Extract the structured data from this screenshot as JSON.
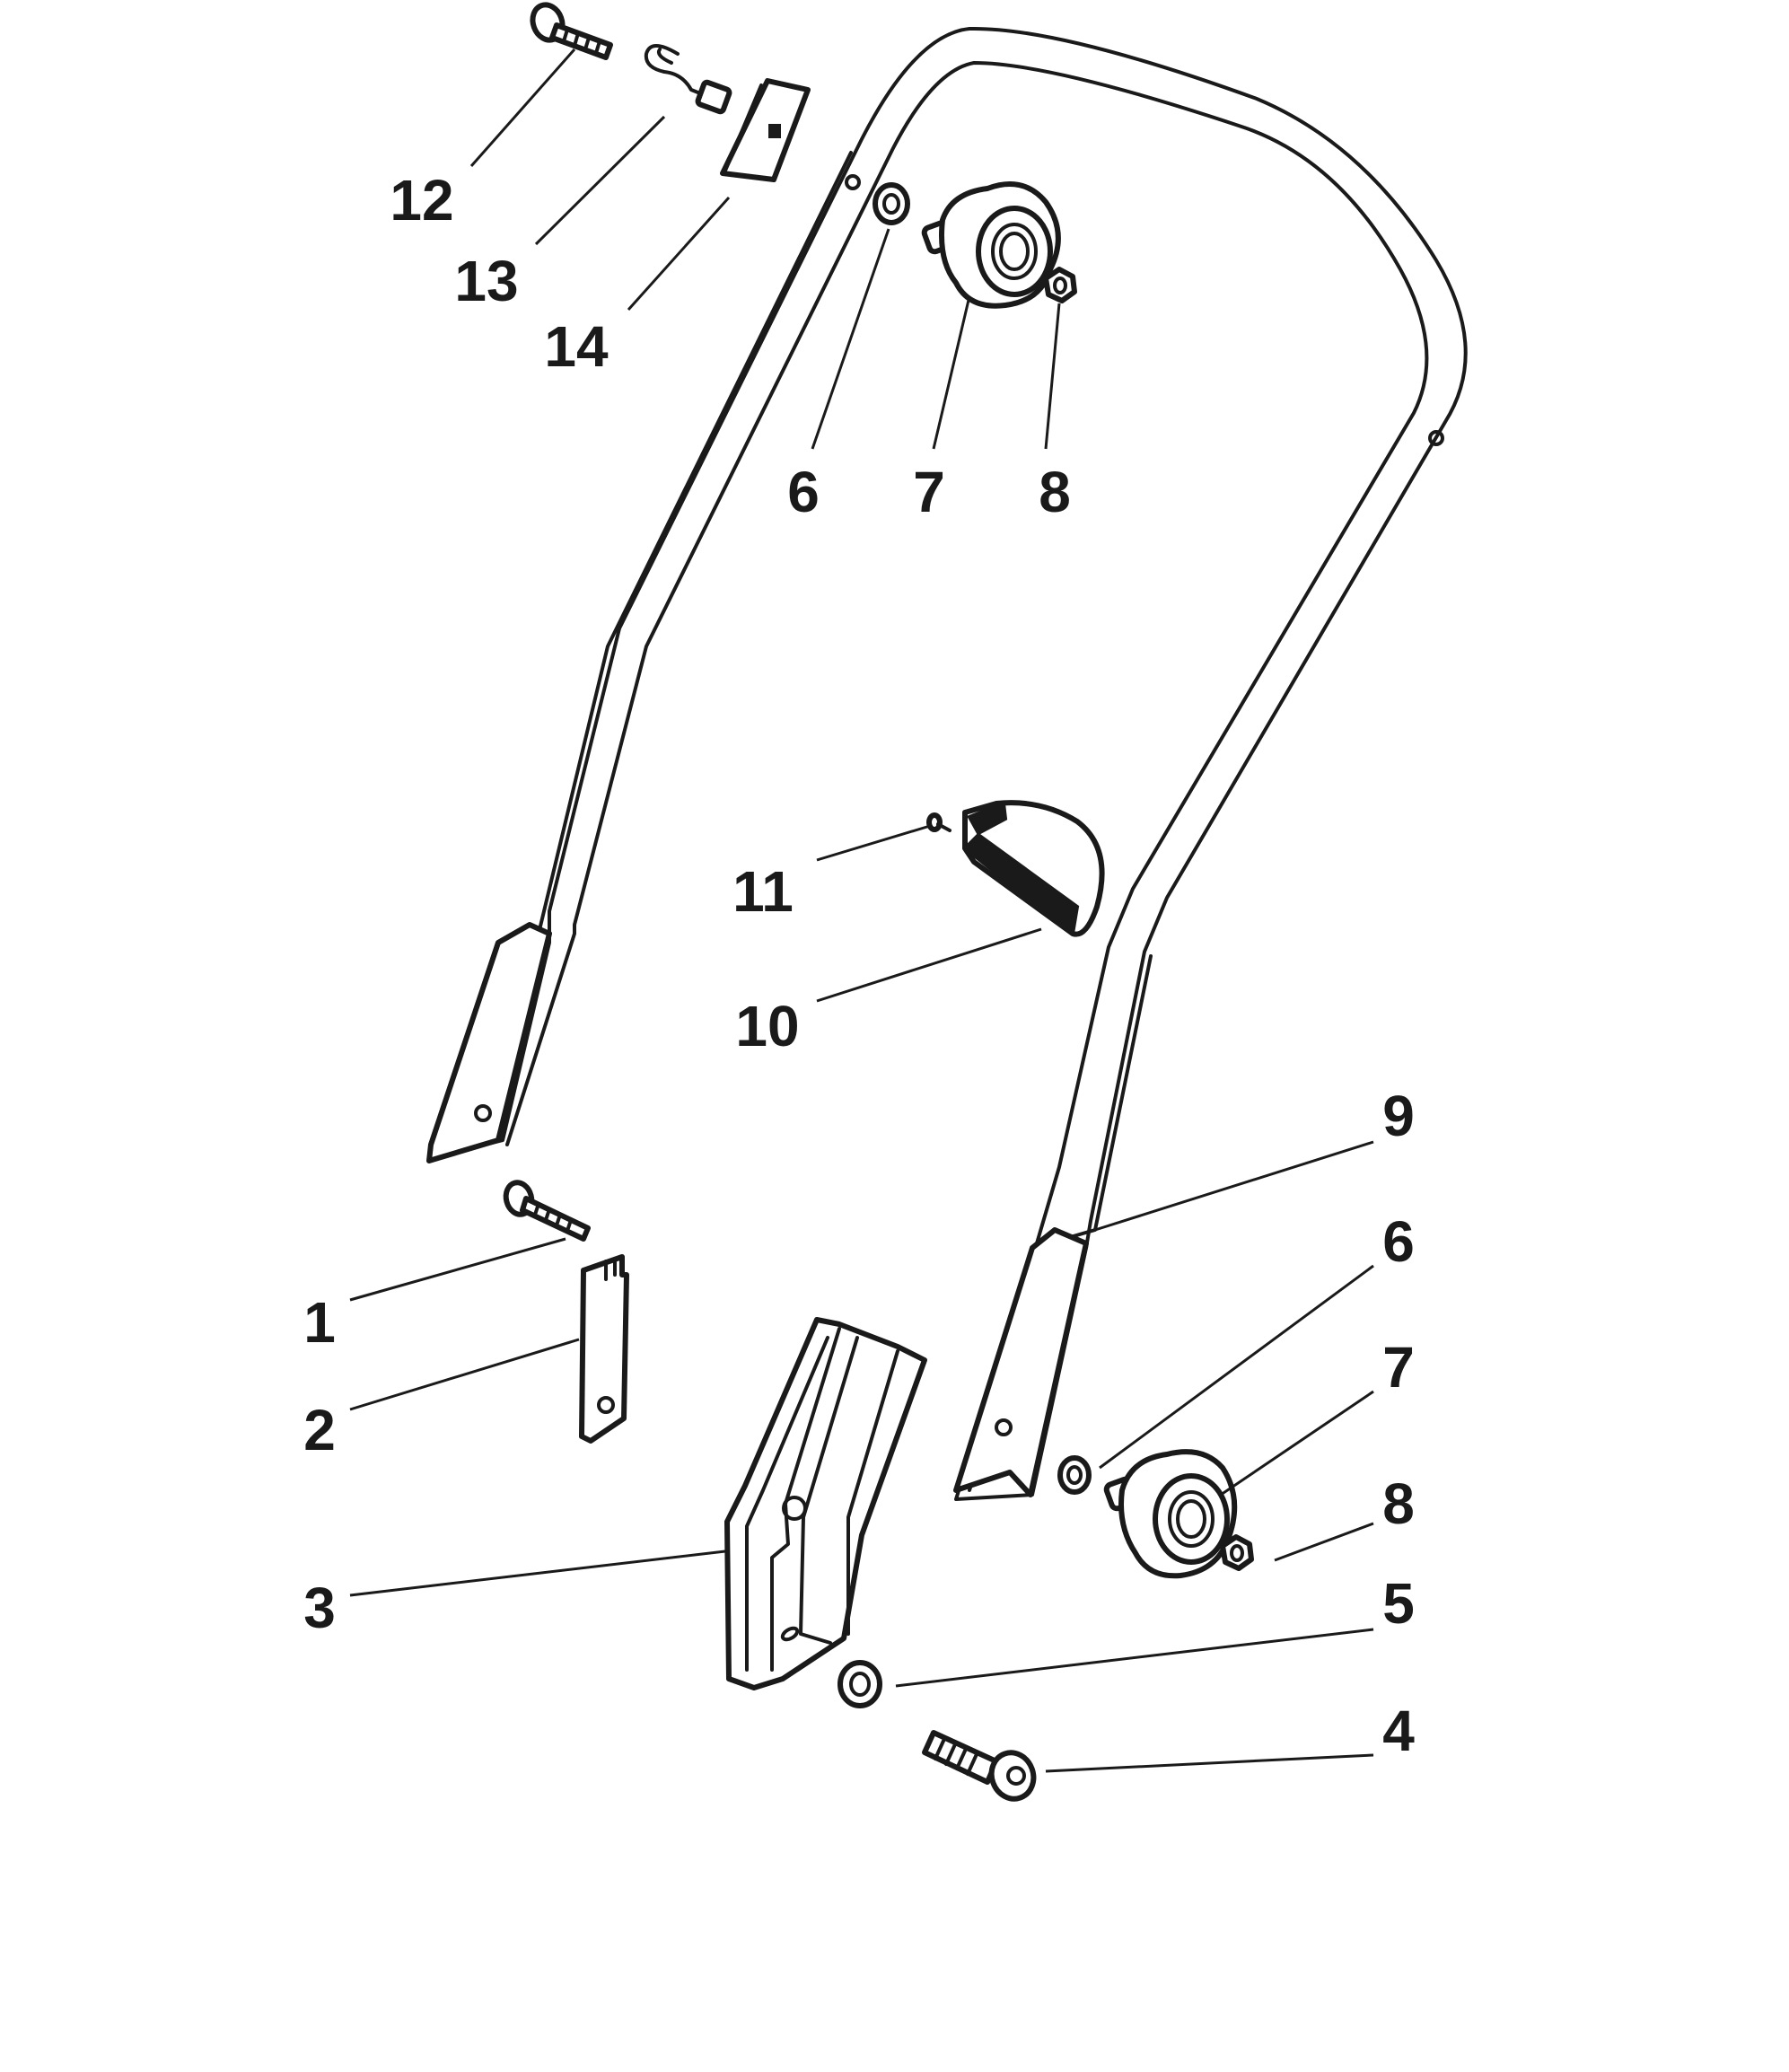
{
  "callouts": [
    {
      "id": "c12",
      "text": "12"
    },
    {
      "id": "c13",
      "text": "13"
    },
    {
      "id": "c14",
      "text": "14"
    },
    {
      "id": "c6a",
      "text": "6"
    },
    {
      "id": "c7a",
      "text": "7"
    },
    {
      "id": "c8a",
      "text": "8"
    },
    {
      "id": "c11",
      "text": "11"
    },
    {
      "id": "c10",
      "text": "10"
    },
    {
      "id": "c9",
      "text": "9"
    },
    {
      "id": "c1",
      "text": "1"
    },
    {
      "id": "c6b",
      "text": "6"
    },
    {
      "id": "c7b",
      "text": "7"
    },
    {
      "id": "c2",
      "text": "2"
    },
    {
      "id": "c8b",
      "text": "8"
    },
    {
      "id": "c3",
      "text": "3"
    },
    {
      "id": "c5",
      "text": "5"
    },
    {
      "id": "c4",
      "text": "4"
    }
  ]
}
